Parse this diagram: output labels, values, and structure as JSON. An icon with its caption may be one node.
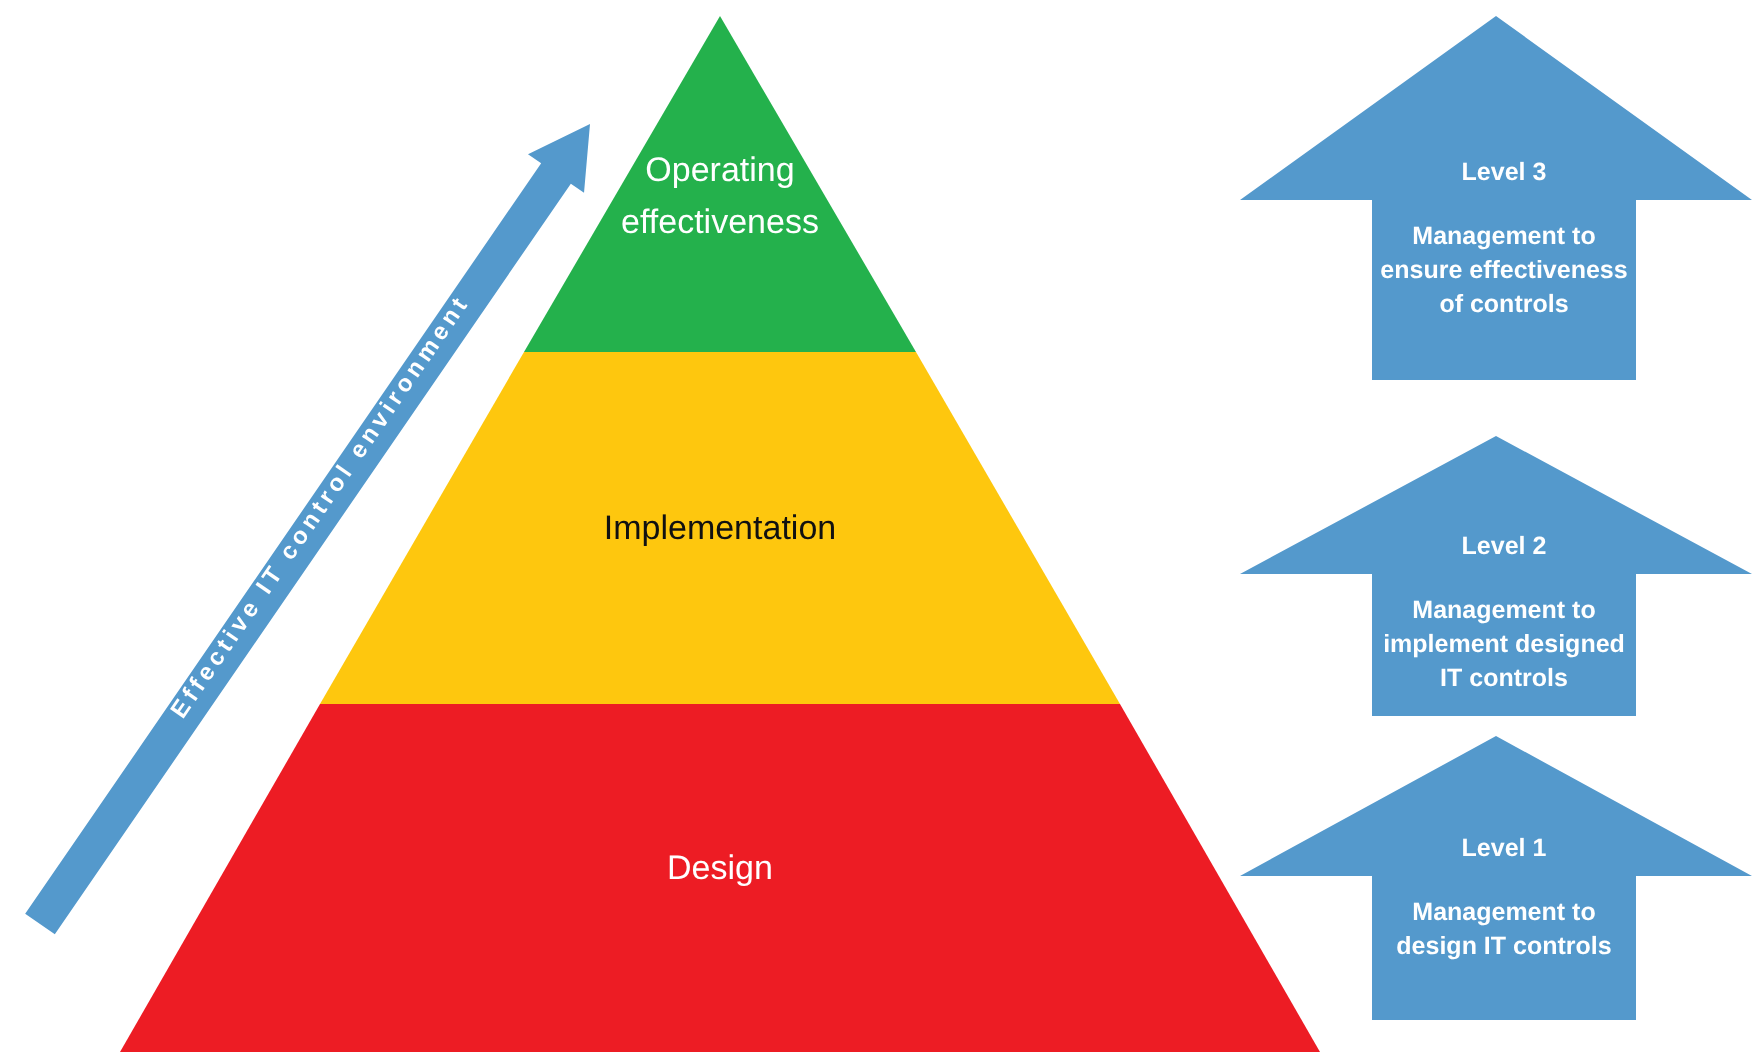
{
  "diagram": {
    "nodes": [
      {
        "text": [
          "Operating effectiveness"
        ]
      },
      {
        "text": [
          "Implementation"
        ]
      },
      {
        "text": [
          "Design"
        ]
      },
      {
        "text": [
          "Level 3",
          "Management to ensure effectiveness of controls"
        ]
      },
      {
        "text": [
          "Level 2",
          "Management to implement designed IT controls"
        ]
      },
      {
        "text": [
          "Level 1",
          "Management to design IT controls"
        ]
      }
    ],
    "labels": [
      "Effective IT control environment"
    ]
  }
}
